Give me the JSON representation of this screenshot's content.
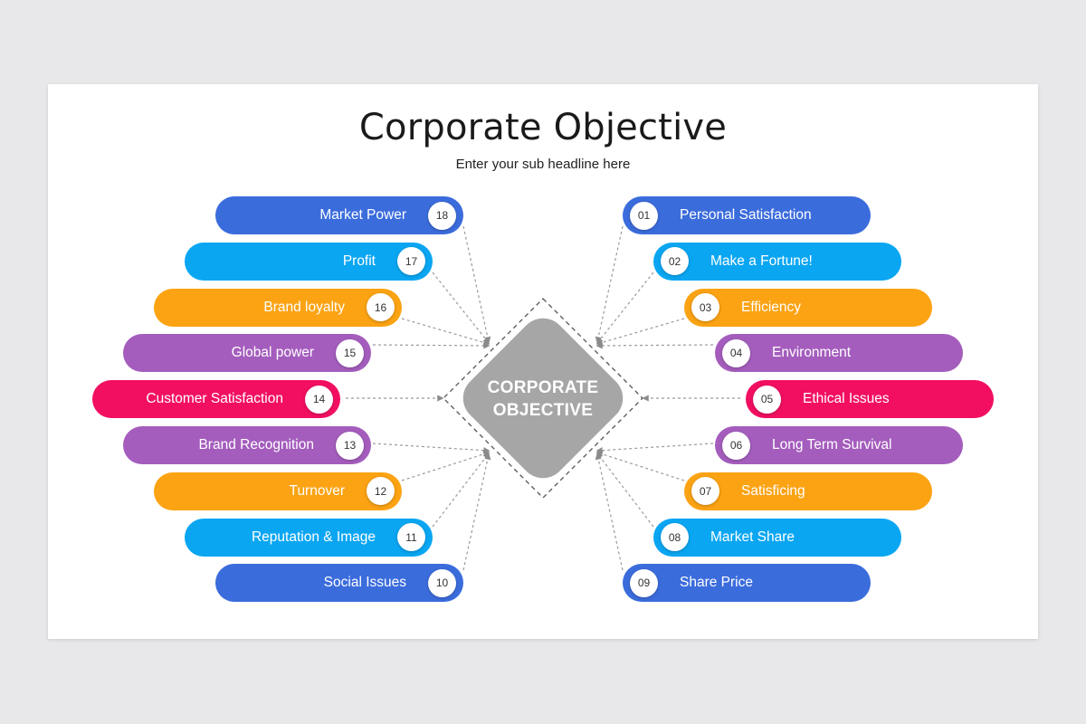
{
  "title": "Corporate Objective",
  "subtitle": "Enter your sub headline here",
  "center": {
    "line1": "CORPORATE",
    "line2": "OBJECTIVE"
  },
  "colors": {
    "blue": "#3b6cdc",
    "cyan": "#0aa6f2",
    "orange": "#fba313",
    "purple": "#a45dbd",
    "pink": "#f20f62",
    "center_gray": "#a6a6a6",
    "connector": "#9a9a9a"
  },
  "left_items": [
    {
      "number": "18",
      "label": "Market Power",
      "color": "#3b6cdc"
    },
    {
      "number": "17",
      "label": "Profit",
      "color": "#0aa6f2"
    },
    {
      "number": "16",
      "label": "Brand loyalty",
      "color": "#fba313"
    },
    {
      "number": "15",
      "label": "Global power",
      "color": "#a45dbd"
    },
    {
      "number": "14",
      "label": "Customer Satisfaction",
      "color": "#f20f62"
    },
    {
      "number": "13",
      "label": "Brand Recognition",
      "color": "#a45dbd"
    },
    {
      "number": "12",
      "label": "Turnover",
      "color": "#fba313"
    },
    {
      "number": "11",
      "label": "Reputation & Image",
      "color": "#0aa6f2"
    },
    {
      "number": "10",
      "label": "Social Issues",
      "color": "#3b6cdc"
    }
  ],
  "right_items": [
    {
      "number": "01",
      "label": "Personal Satisfaction",
      "color": "#3b6cdc"
    },
    {
      "number": "02",
      "label": "Make a Fortune!",
      "color": "#0aa6f2"
    },
    {
      "number": "03",
      "label": "Efficiency",
      "color": "#fba313"
    },
    {
      "number": "04",
      "label": "Environment",
      "color": "#a45dbd"
    },
    {
      "number": "05",
      "label": "Ethical Issues",
      "color": "#f20f62"
    },
    {
      "number": "06",
      "label": "Long Term Survival",
      "color": "#a45dbd"
    },
    {
      "number": "07",
      "label": "Satisficing",
      "color": "#fba313"
    },
    {
      "number": "08",
      "label": "Market Share",
      "color": "#0aa6f2"
    },
    {
      "number": "09",
      "label": "Share Price",
      "color": "#3b6cdc"
    }
  ]
}
